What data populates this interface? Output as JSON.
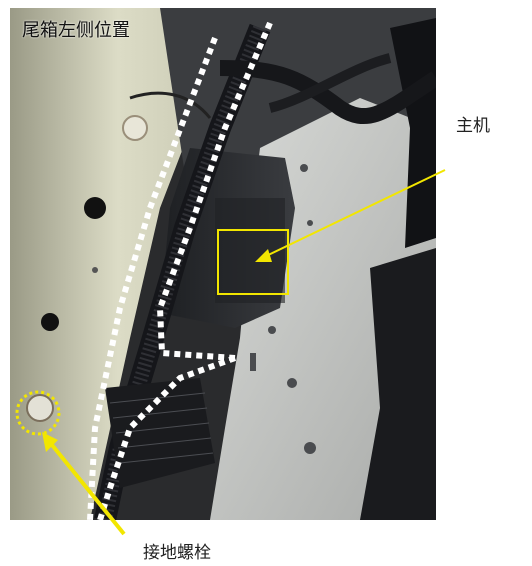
{
  "photo": {
    "caption": "尾箱左侧位置",
    "description_icon": "car-trunk-interior-photo"
  },
  "annotations": {
    "host_label": "主机",
    "ground_bolt_label": "接地螺栓"
  },
  "colors": {
    "highlight": "#f2e600",
    "route_line": "#ffffff"
  }
}
